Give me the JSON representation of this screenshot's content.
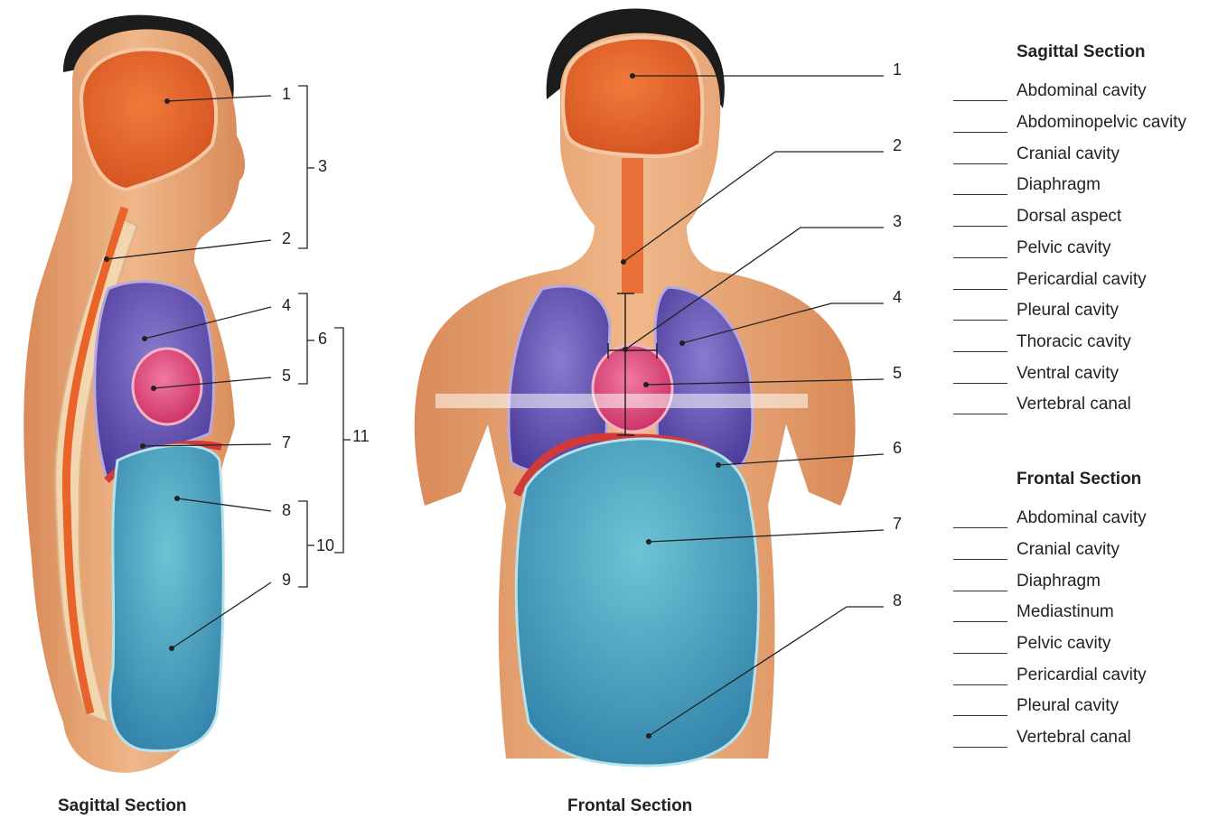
{
  "sagittal": {
    "caption": "Sagittal Section",
    "numbers": [
      "1",
      "2",
      "3",
      "4",
      "5",
      "6",
      "7",
      "8",
      "9",
      "10",
      "11"
    ]
  },
  "frontal": {
    "caption": "Frontal Section",
    "numbers": [
      "1",
      "2",
      "3",
      "4",
      "5",
      "6",
      "7",
      "8"
    ]
  },
  "key_sagittal": {
    "title": "Sagittal Section",
    "items": [
      "Abdominal cavity",
      "Abdominopelvic cavity",
      "Cranial cavity",
      "Diaphragm",
      "Dorsal aspect",
      "Pelvic cavity",
      "Pericardial cavity",
      "Pleural cavity",
      "Thoracic cavity",
      "Ventral cavity",
      "Vertebral canal"
    ]
  },
  "key_frontal": {
    "title": "Frontal Section",
    "items": [
      "Abdominal cavity",
      "Cranial cavity",
      "Diaphragm",
      "Mediastinum",
      "Pelvic cavity",
      "Pericardial cavity",
      "Pleural cavity",
      "Vertebral canal"
    ]
  },
  "colors": {
    "skin": "#e8a878",
    "cranial": "#e8642a",
    "pleural": "#6a5bb8",
    "pericardial": "#e0487a",
    "abdominal": "#4aa6c0",
    "diaphragm": "#d23a3a",
    "spine": "#f0d2a8"
  }
}
